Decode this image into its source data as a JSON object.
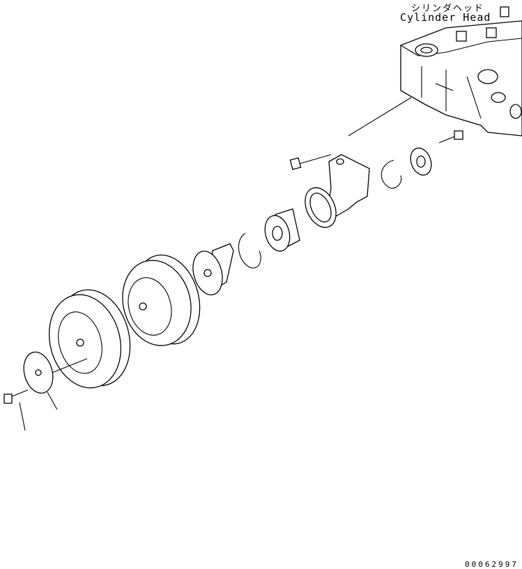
{
  "labels": {
    "cylinder_head_jp": "シリンダヘッド",
    "cylinder_head_en": "Cylinder Head",
    "drawing_code": "00062997"
  },
  "colors": {
    "line": "#000000",
    "background": "#ffffff"
  }
}
